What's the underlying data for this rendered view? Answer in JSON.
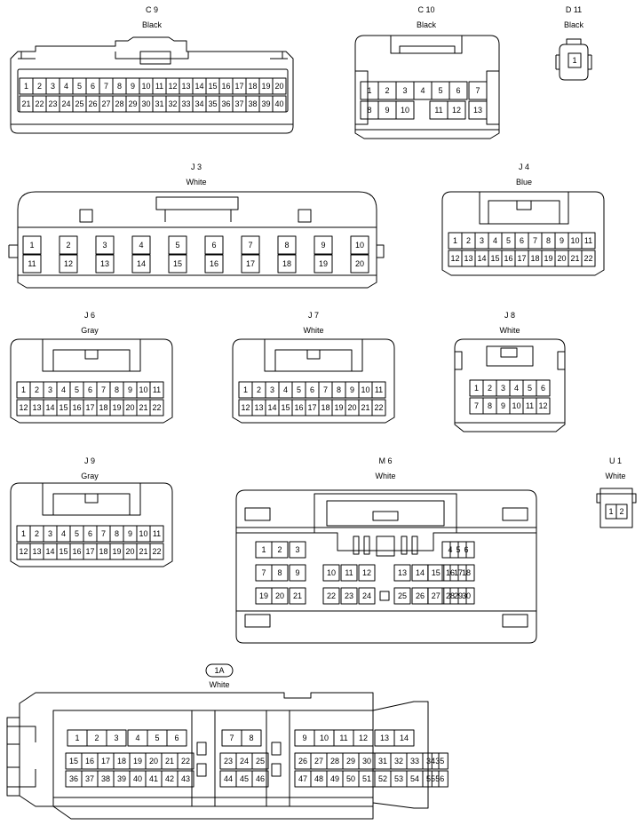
{
  "connectors": [
    {
      "id": "C9",
      "code": "C 9",
      "color": "Black",
      "rows": [
        [
          1,
          2,
          3,
          4,
          5,
          6,
          7,
          8,
          9,
          10,
          11,
          12,
          13,
          14,
          15,
          16,
          17,
          18,
          19,
          20
        ],
        [
          21,
          22,
          23,
          24,
          25,
          26,
          27,
          28,
          29,
          30,
          31,
          32,
          33,
          34,
          35,
          36,
          37,
          38,
          39,
          40
        ]
      ]
    },
    {
      "id": "C10",
      "code": "C 10",
      "color": "Black",
      "rows": [
        [
          1,
          2,
          3,
          4,
          5,
          6,
          7
        ],
        [
          8,
          9,
          10,
          11,
          12,
          13
        ]
      ]
    },
    {
      "id": "D11",
      "code": "D 11",
      "color": "Black",
      "rows": [
        [
          1
        ]
      ]
    },
    {
      "id": "J3",
      "code": "J 3",
      "color": "White",
      "rows": [
        [
          1,
          2,
          3,
          4,
          5,
          6,
          7,
          8,
          9,
          10
        ],
        [
          11,
          12,
          13,
          14,
          15,
          16,
          17,
          18,
          19,
          20
        ]
      ]
    },
    {
      "id": "J4",
      "code": "J 4",
      "color": "Blue",
      "rows": [
        [
          1,
          2,
          3,
          4,
          5,
          6,
          7,
          8,
          9,
          10,
          11
        ],
        [
          12,
          13,
          14,
          15,
          16,
          17,
          18,
          19,
          20,
          21,
          22
        ]
      ]
    },
    {
      "id": "J6",
      "code": "J 6",
      "color": "Gray",
      "rows": [
        [
          1,
          2,
          3,
          4,
          5,
          6,
          7,
          8,
          9,
          10,
          11
        ],
        [
          12,
          13,
          14,
          15,
          16,
          17,
          18,
          19,
          20,
          21,
          22
        ]
      ]
    },
    {
      "id": "J7",
      "code": "J 7",
      "color": "White",
      "rows": [
        [
          1,
          2,
          3,
          4,
          5,
          6,
          7,
          8,
          9,
          10,
          11
        ],
        [
          12,
          13,
          14,
          15,
          16,
          17,
          18,
          19,
          20,
          21,
          22
        ]
      ]
    },
    {
      "id": "J8",
      "code": "J 8",
      "color": "White",
      "rows": [
        [
          1,
          2,
          3,
          4,
          5,
          6
        ],
        [
          7,
          8,
          9,
          10,
          11,
          12
        ]
      ]
    },
    {
      "id": "J9",
      "code": "J 9",
      "color": "Gray",
      "rows": [
        [
          1,
          2,
          3,
          4,
          5,
          6,
          7,
          8,
          9,
          10,
          11
        ],
        [
          12,
          13,
          14,
          15,
          16,
          17,
          18,
          19,
          20,
          21,
          22
        ]
      ]
    },
    {
      "id": "M6",
      "code": "M 6",
      "color": "White",
      "rows": [
        [
          1,
          2,
          3,
          4,
          5,
          6
        ],
        [
          7,
          8,
          9,
          10,
          11,
          12,
          13,
          14,
          15,
          16,
          17,
          18
        ],
        [
          19,
          20,
          21,
          22,
          23,
          24,
          25,
          26,
          27,
          28,
          29,
          30
        ]
      ]
    },
    {
      "id": "U1",
      "code": "U 1",
      "color": "White",
      "rows": [
        [
          1,
          2
        ]
      ]
    },
    {
      "id": "1A",
      "code": "1A",
      "color": "White",
      "rows": [
        [
          1,
          2,
          3,
          4,
          5,
          6,
          7,
          8,
          9,
          10,
          11,
          12,
          13,
          14
        ],
        [
          15,
          16,
          17,
          18,
          19,
          20,
          21,
          22,
          23,
          24,
          25,
          26,
          27,
          28,
          29,
          30,
          31,
          32,
          33,
          34,
          35
        ],
        [
          36,
          37,
          38,
          39,
          40,
          41,
          42,
          43,
          44,
          45,
          46,
          47,
          48,
          49,
          50,
          51,
          52,
          53,
          54,
          55,
          56
        ]
      ]
    }
  ]
}
